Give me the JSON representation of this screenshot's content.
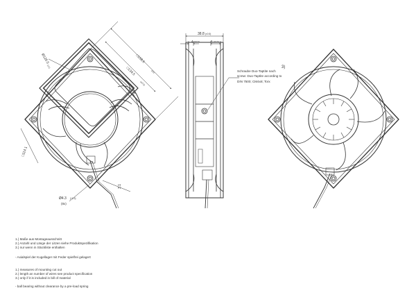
{
  "drawing": {
    "front_view": {
      "dim_diagonal": "□158.6",
      "dim_diagonal_tol": "(±1)",
      "dim_side": "□134.5",
      "dim_side_tol": "(±0.5)",
      "dim_hole_dia": "Ø126.5",
      "dim_hole_dia_tol": "(±1)",
      "dim_corner": "□114.1",
      "dim_corner_small": "3.1",
      "dim_mount_hole": "Ø4.3",
      "dim_mount_hole_tol": "(+0.3)",
      "dim_mount_hole_count": "(8x)"
    },
    "side_view": {
      "dim_depth": "38.8",
      "dim_depth_tol": "(±0.5)",
      "dim_left": "4",
      "dim_left_tol": "(±0.5)",
      "dim_right": "6",
      "dim_right_tol": "(±0.5)",
      "callout_number": "3)",
      "screw_note_de": "Schraube Duo-Taptite nach",
      "screw_note_en": "screw: Duo-Taptite according to",
      "screw_note_std": "DIN 7500; CM4x8; Torx"
    }
  },
  "notes": {
    "de": [
      "1.) Maße aus Montageausschnitt",
      "2.) Anzahl und Länge der Litzen siehe Produktspezifikation",
      "3.) nur wenn in Stückliste enthalten"
    ],
    "de_bearing": "- Axialspiel der Kugellager mit Feder spielfrei gelagert",
    "en": [
      "1.) measures of mounting cut out",
      "2.) length an number of wires see product specification",
      "3.) only if it is included in bill of material"
    ],
    "en_bearing": "- ball bearing without clearance by a pre-load spring"
  }
}
